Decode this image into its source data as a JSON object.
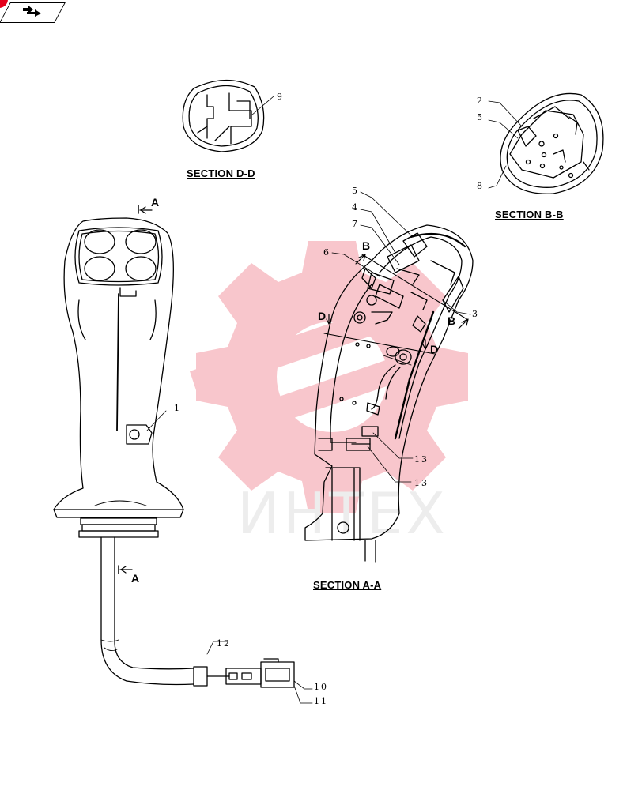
{
  "nav": {
    "icon": "back-arrow-icon"
  },
  "sections": {
    "d_d": "SECTION D-D",
    "b_b": "SECTION B-B",
    "a_a": "SECTION A-A"
  },
  "section_marks": {
    "a_top": "A",
    "a_bottom": "A",
    "b_left": "B",
    "b_right": "B",
    "d_left": "D",
    "d_right": "D"
  },
  "callouts": {
    "c1": "1",
    "c2": "2",
    "c3": "3",
    "c4": "4",
    "c5a": "5",
    "c5b": "5",
    "c6": "6",
    "c7": "7",
    "c8": "8",
    "c9": "9",
    "c10": "10",
    "c11": "11",
    "c12": "12",
    "c13a": "13",
    "c13b": "13"
  },
  "watermark": {
    "text": "ИНТЕХ",
    "color": "#e4001b"
  }
}
